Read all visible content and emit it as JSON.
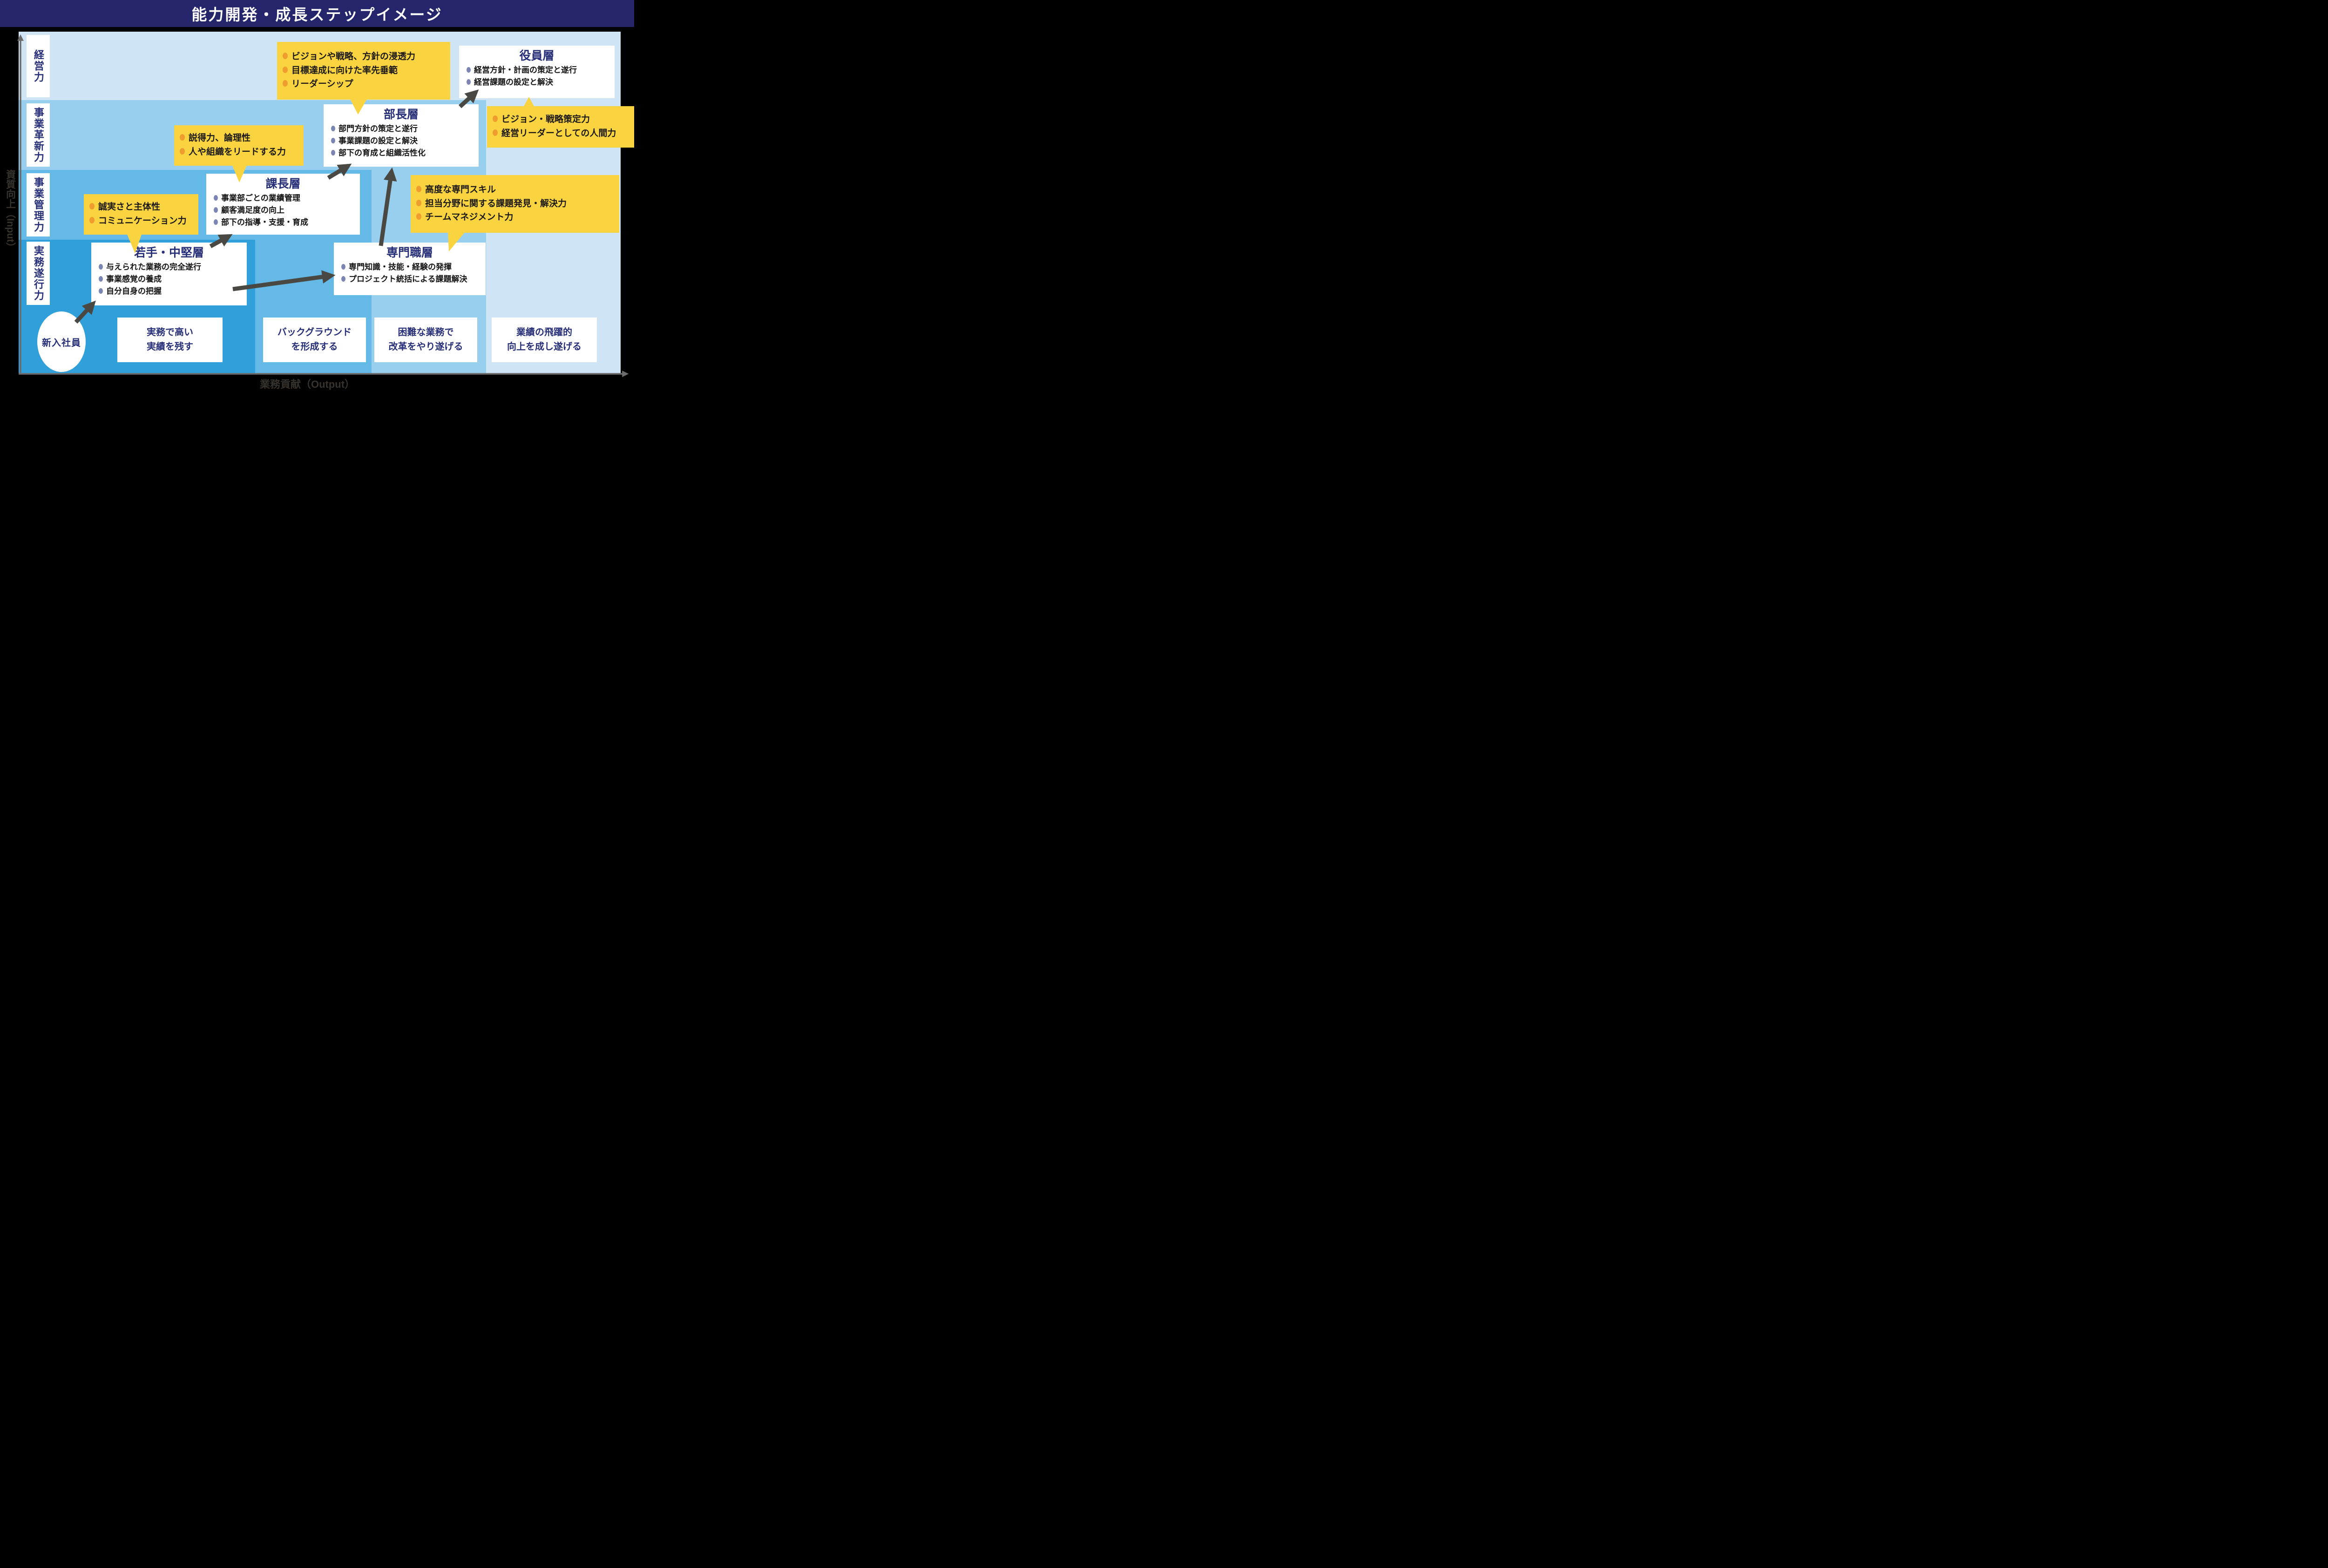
{
  "title": "能力開発・成長ステップイメージ",
  "axis": {
    "input_label": "資質向上（Input）",
    "output_label": "業務貢献（Output）"
  },
  "capability_bands": [
    {
      "label": "経営力"
    },
    {
      "label": "事業革新力"
    },
    {
      "label": "事業管理力"
    },
    {
      "label": "実務遂行力"
    }
  ],
  "levels": [
    {
      "id": "yakuin",
      "title": "役員層",
      "bullets": [
        "経営方針・計画の策定と遂行",
        "経営課題の設定と解決"
      ]
    },
    {
      "id": "bucho",
      "title": "部長層",
      "bullets": [
        "部門方針の策定と遂行",
        "事業課題の設定と解決",
        "部下の育成と組織活性化"
      ]
    },
    {
      "id": "kacho",
      "title": "課長層",
      "bullets": [
        "事業部ごとの業績管理",
        "顧客満足度の向上",
        "部下の指導・支援・育成"
      ]
    },
    {
      "id": "wakate",
      "title": "若手・中堅層",
      "bullets": [
        "与えられた業務の完全遂行",
        "事業感覚の養成",
        "自分自身の把握"
      ]
    },
    {
      "id": "senmon",
      "title": "専門職層",
      "bullets": [
        "専門知識・技能・経験の発揮",
        "プロジェクト統括による課題解決"
      ]
    }
  ],
  "callouts": [
    {
      "id": "executive",
      "items": [
        "ビジョンや戦略、方針の浸透力",
        "目標達成に向けた率先垂範",
        "リーダーシップ"
      ]
    },
    {
      "id": "vision",
      "items": [
        "ビジョン・戦略策定力",
        "経営リーダーとしての人間力"
      ]
    },
    {
      "id": "persuasion",
      "items": [
        "説得力、論理性",
        "人や組織をリードする力"
      ]
    },
    {
      "id": "specialist",
      "items": [
        "高度な専門スキル",
        "担当分野に関する課題発見・解決力",
        "チームマネジメント力"
      ]
    },
    {
      "id": "integrity",
      "items": [
        "誠実さと主体性",
        "コミュニケーション力"
      ]
    }
  ],
  "start_node": {
    "label": "新入社員"
  },
  "output_goals": [
    {
      "lines": [
        "実務で高い",
        "実績を残す"
      ]
    },
    {
      "lines": [
        "バックグラウンド",
        "を形成する"
      ]
    },
    {
      "lines": [
        "困難な業務で",
        "改革をやり遂げる"
      ]
    },
    {
      "lines": [
        "業績の飛躍的",
        "向上を成し遂げる"
      ]
    }
  ],
  "colors": {
    "title_bar": "#24256a",
    "navy_text": "#262f78",
    "step_bright": "#319fd9",
    "step_medium": "#64b9e6",
    "step_light": "#99cfee",
    "step_pale": "#cfe5f6",
    "callout_yellow": "#f9d440",
    "callout_bullet_orange": "#ef9d2f",
    "level_bullet_blue": "#7b85b4",
    "arrow_gray": "#4a4843",
    "axis_gray": "#6b6b6b"
  }
}
